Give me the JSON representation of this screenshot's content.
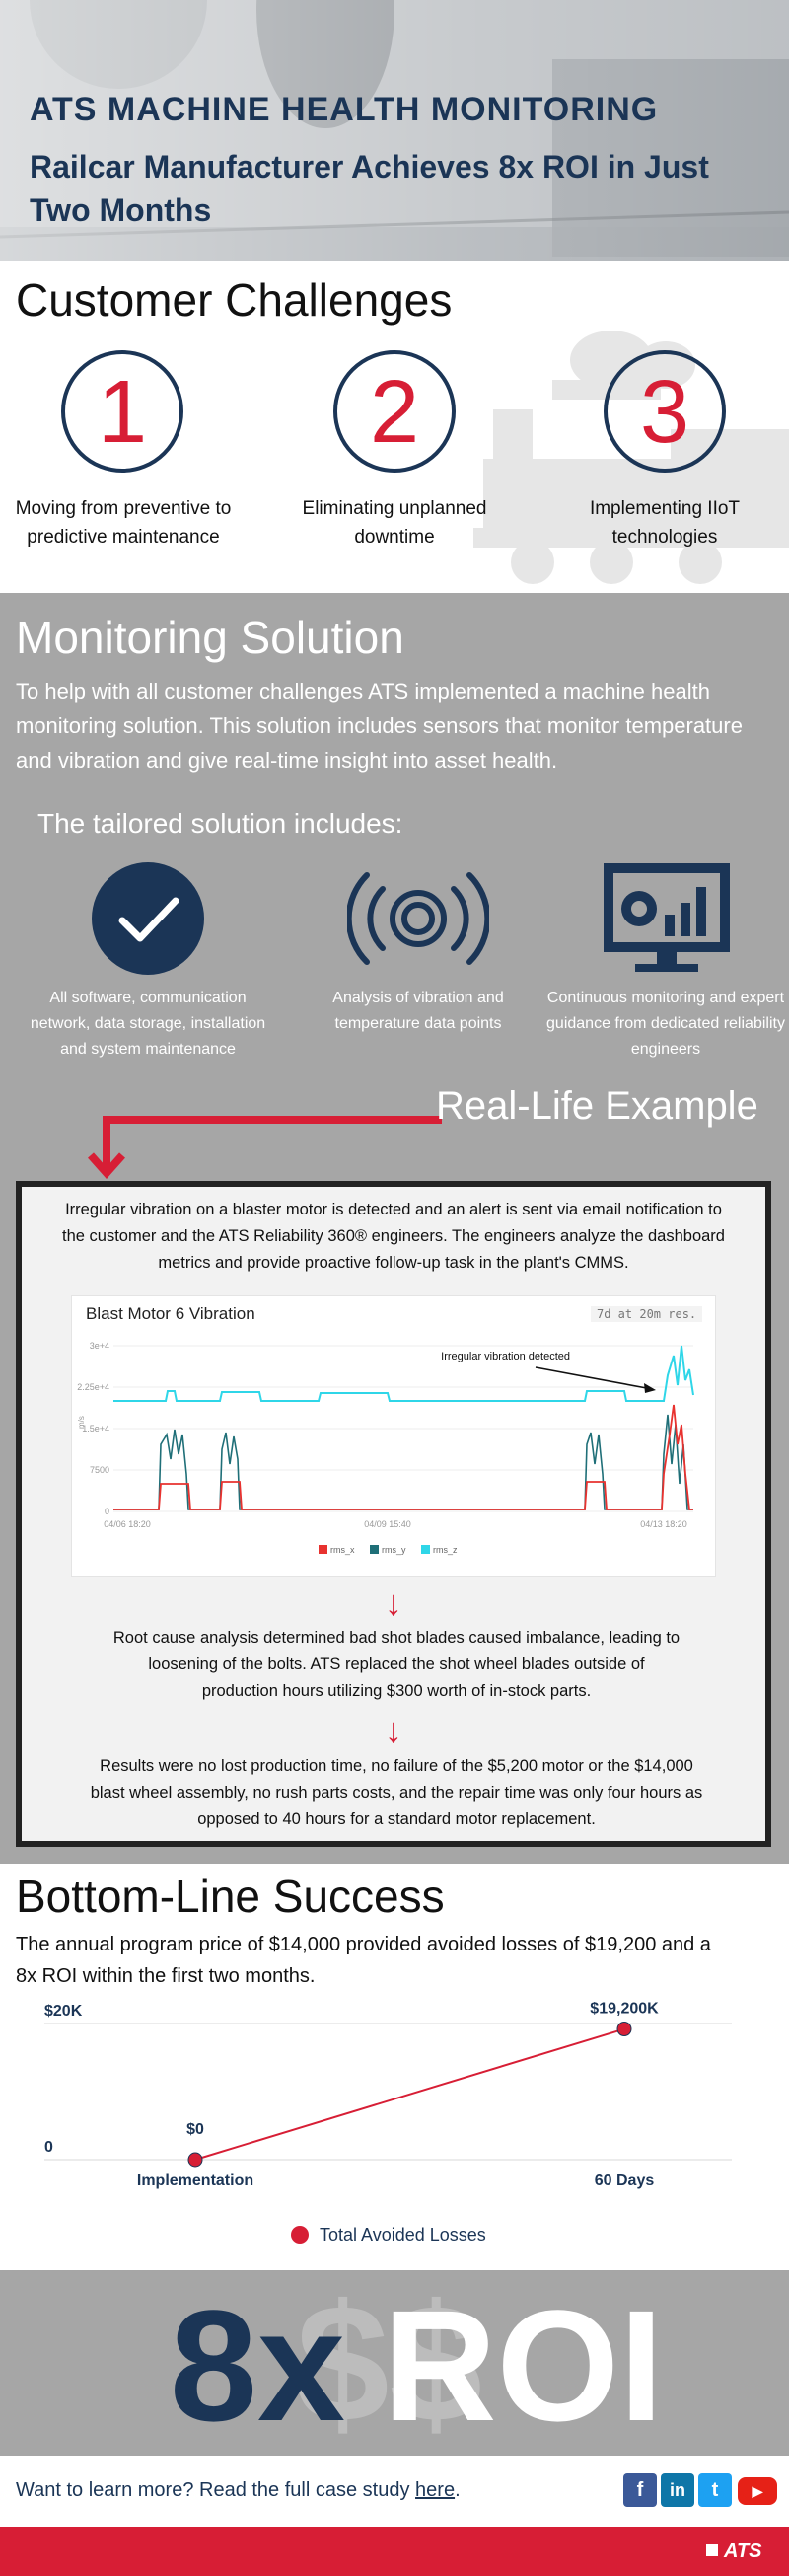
{
  "hero": {
    "title": "ATS MACHINE HEALTH MONITORING",
    "subtitle": "Railcar Manufacturer Achieves 8x ROI in Just Two Months"
  },
  "challenges": {
    "heading": "Customer Challenges",
    "items": [
      {
        "number": "1",
        "text": "Moving from preventive to predictive maintenance"
      },
      {
        "number": "2",
        "text": "Eliminating unplanned downtime"
      },
      {
        "number": "3",
        "text": "Implementing IIoT technologies"
      }
    ]
  },
  "solution": {
    "heading": "Monitoring Solution",
    "intro": "To help with all customer challenges ATS implemented a machine health monitoring solution. This solution includes sensors that monitor temperature and vibration and give real-time insight into asset health.",
    "subheading": "The tailored solution includes:",
    "features": [
      {
        "icon": "checkmark-icon",
        "text": "All software, communication network, data storage, installation and system maintenance"
      },
      {
        "icon": "vibration-sensor-icon",
        "text": "Analysis of vibration and temperature data points"
      },
      {
        "icon": "monitor-dashboard-icon",
        "text": "Continuous monitoring and expert guidance from dedicated reliability engineers"
      }
    ],
    "real_life_label": "Real-Life Example"
  },
  "example": {
    "intro": "Irregular vibration on a blaster motor is detected and an alert is sent via email notification to the customer and the ATS Reliability 360® engineers. The engineers analyze the dashboard metrics and provide proactive follow-up task in the plant's CMMS.",
    "dashboard": {
      "title": "Blast Motor 6 Vibration",
      "range_label": "7d at 20m res.",
      "annotation": "Irregular vibration detected",
      "y_unit": "m/s",
      "y_ticks": [
        "3e+4",
        "2.25e+4",
        "1.5e+4",
        "7500",
        "0"
      ],
      "x_ticks": [
        "04/06 18:20",
        "04/09 15:40",
        "04/13 18:20"
      ],
      "legend": [
        "rms_x",
        "rms_y",
        "rms_z"
      ],
      "colors": {
        "rms_x": "#e8322f",
        "rms_y": "#1f6f78",
        "rms_z": "#2fd6e8"
      }
    },
    "root_cause": "Root cause analysis determined bad shot blades caused imbalance, leading to loosening of the bolts. ATS replaced the shot wheel blades outside of production hours utilizing $300 worth of in-stock parts.",
    "results": "Results were no lost production time, no failure of the $5,200 motor or the $14,000 blast wheel assembly, no rush parts costs, and the repair time was only four hours as opposed to 40 hours for a standard motor replacement."
  },
  "bottom_line": {
    "heading": "Bottom-Line Success",
    "text": "The annual program price of $14,000 provided avoided losses of $19,200 and a 8x ROI within the first two months.",
    "chart_data": {
      "type": "line",
      "categories": [
        "Implementation",
        "60 Days"
      ],
      "series": [
        {
          "name": "Total Avoided Losses",
          "values": [
            0,
            19200
          ]
        }
      ],
      "data_labels": [
        "$0",
        "$19,200K"
      ],
      "y_tick_labels": [
        "0",
        "$20K"
      ],
      "ylim": [
        0,
        20000
      ],
      "grid": true,
      "legend": "bottom",
      "color": "#d71e35"
    }
  },
  "roi": {
    "number": "8x",
    "label": "ROI",
    "watermark": "$$"
  },
  "cta": {
    "text": "Want to learn more? Read the full case study ",
    "link": "here",
    "suffix": "."
  },
  "social": {
    "facebook": "f",
    "linkedin": "in",
    "twitter": "t",
    "youtube": "▶"
  },
  "footer": {
    "logo": "ATS"
  },
  "colors": {
    "navy": "#1b3556",
    "red": "#d71e35",
    "gray": "#a6a6a6"
  }
}
